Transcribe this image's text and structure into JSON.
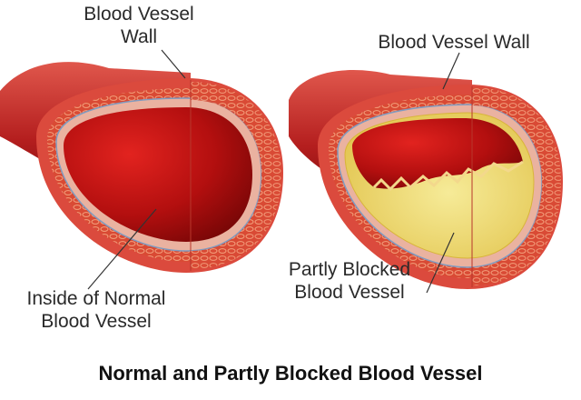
{
  "labels": {
    "normal_wall": "Blood Vessel\nWall",
    "blocked_wall": "Blood Vessel Wall",
    "normal_inside": "Inside of Normal\nBlood Vessel",
    "blocked_inside": "Partly Blocked\nBlood Vessel"
  },
  "caption": "Normal and Partly Blocked Blood Vessel",
  "colors": {
    "vessel_outer": "#d9453c",
    "vessel_dark": "#9c1212",
    "lumen": "#c11414",
    "wall_layer": "#e98a6a",
    "intima": "#e9b3a0",
    "plaque": "#f2e07a",
    "plaque_edge": "#d8b43a"
  }
}
